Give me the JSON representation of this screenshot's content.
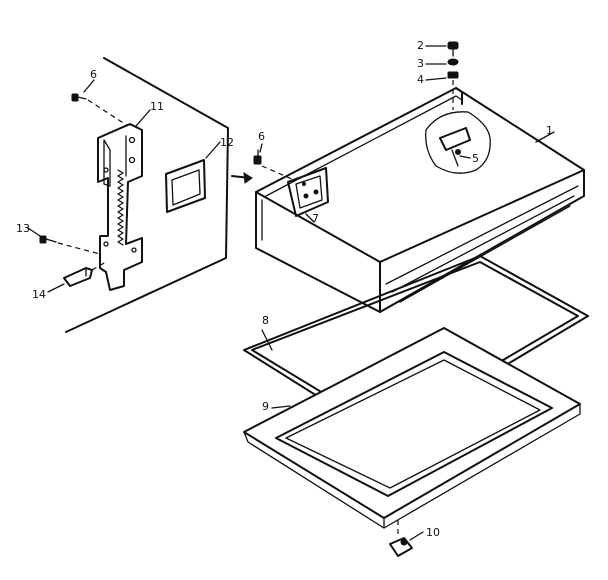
{
  "callouts": [
    {
      "id": "c1",
      "text": "1"
    },
    {
      "id": "c2",
      "text": "2"
    },
    {
      "id": "c3",
      "text": "3"
    },
    {
      "id": "c4",
      "text": "4"
    },
    {
      "id": "c5",
      "text": "5"
    },
    {
      "id": "c6a",
      "text": "6"
    },
    {
      "id": "c6b",
      "text": "6"
    },
    {
      "id": "c7",
      "text": "7"
    },
    {
      "id": "c8",
      "text": "8"
    },
    {
      "id": "c9",
      "text": "9"
    },
    {
      "id": "c10",
      "text": "10"
    },
    {
      "id": "c11",
      "text": "11"
    },
    {
      "id": "c12",
      "text": "12"
    },
    {
      "id": "c13",
      "text": "13"
    },
    {
      "id": "c14",
      "text": "14"
    }
  ]
}
